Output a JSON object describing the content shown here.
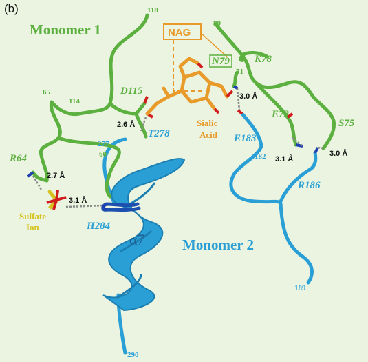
{
  "panel_label": "(b)",
  "monomers": {
    "m1": "Monomer 1",
    "m2": "Monomer 2",
    "helix": "α7"
  },
  "ligands": {
    "nag": "NAG",
    "sialic_1": "Sialic",
    "sialic_2": "Acid",
    "sulfate_1": "Sulfate",
    "sulfate_2": "Ion"
  },
  "residues": {
    "d115": "D115",
    "k78": "K78",
    "n79": "N79",
    "e72": "E72",
    "s75": "S75",
    "r64": "R64",
    "t278": "T278",
    "e183": "E183",
    "r186": "R186",
    "h284": "H284"
  },
  "numbers": {
    "n118": "118",
    "n80": "80",
    "n71": "71",
    "n65": "65",
    "n114": "114",
    "n277": "277",
    "n60": "60",
    "n182": "182",
    "n189": "189",
    "n290": "290"
  },
  "distances": {
    "d1": "2.6 Å",
    "d2": "3.0 Å",
    "d3": "3.1 Å",
    "d4": "3.0 Å",
    "d5": "2.7 Å",
    "d6": "3.1 Å"
  },
  "colors": {
    "monomer1": "#5cb03f",
    "monomer2": "#2a9fd6",
    "ligand": "#e89a2b",
    "sulfate": "#d6c21c",
    "background": "#eaf4e0"
  }
}
